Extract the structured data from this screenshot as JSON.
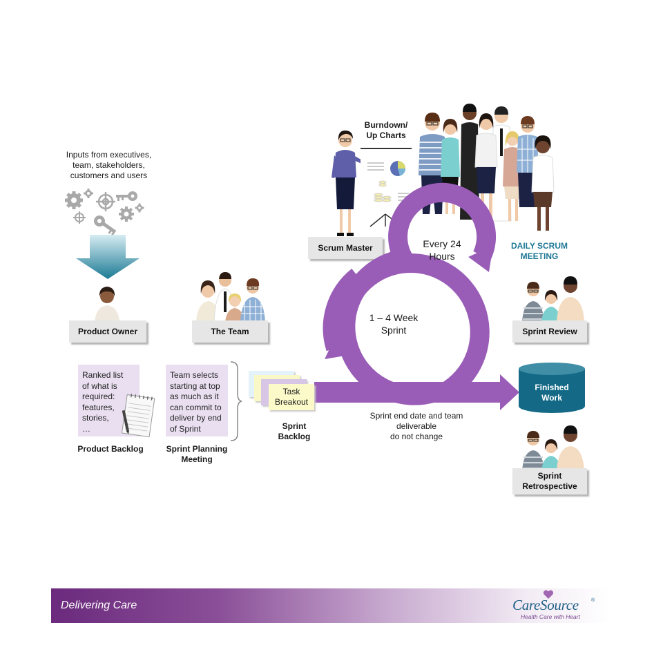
{
  "inputs": {
    "text": "Inputs from executives,\nteam, stakeholders,\ncustomers and users"
  },
  "roles": {
    "product_owner": "Product Owner",
    "the_team": "The Team",
    "scrum_master": "Scrum Master",
    "sprint_review": "Sprint Review",
    "sprint_retrospective": "Sprint\nRetrospective"
  },
  "burndown": {
    "title": "Burndown/\nUp Charts"
  },
  "daily_scrum": {
    "label": "DAILY SCRUM\nMEETING",
    "cycle": "Every 24\nHours",
    "color": "#1e7896"
  },
  "sprint_cycle": {
    "label": "1 – 4 Week\nSprint",
    "arrow_color": "#9a5db7"
  },
  "product_backlog": {
    "note": "Ranked list\nof what is\nrequired:\nfeatures, stories,\n…",
    "label": "Product Backlog"
  },
  "sprint_planning": {
    "note": "Team selects\nstarting at top\nas much as it\ncan commit to\ndeliver by end\nof Sprint",
    "label": "Sprint Planning\nMeeting"
  },
  "sprint_backlog": {
    "task": "Task\nBreakout",
    "label": "Sprint\nBacklog"
  },
  "sprint_end_note": "Sprint end date and team\ndeliverable\ndo not change",
  "finished_work": {
    "label": "Finished\nWork",
    "color": "#146a86"
  },
  "footer": {
    "tagline": "Delivering Care",
    "brand": "CareSource",
    "brand_tagline": "Health Care with Heart",
    "trademark": "®"
  }
}
